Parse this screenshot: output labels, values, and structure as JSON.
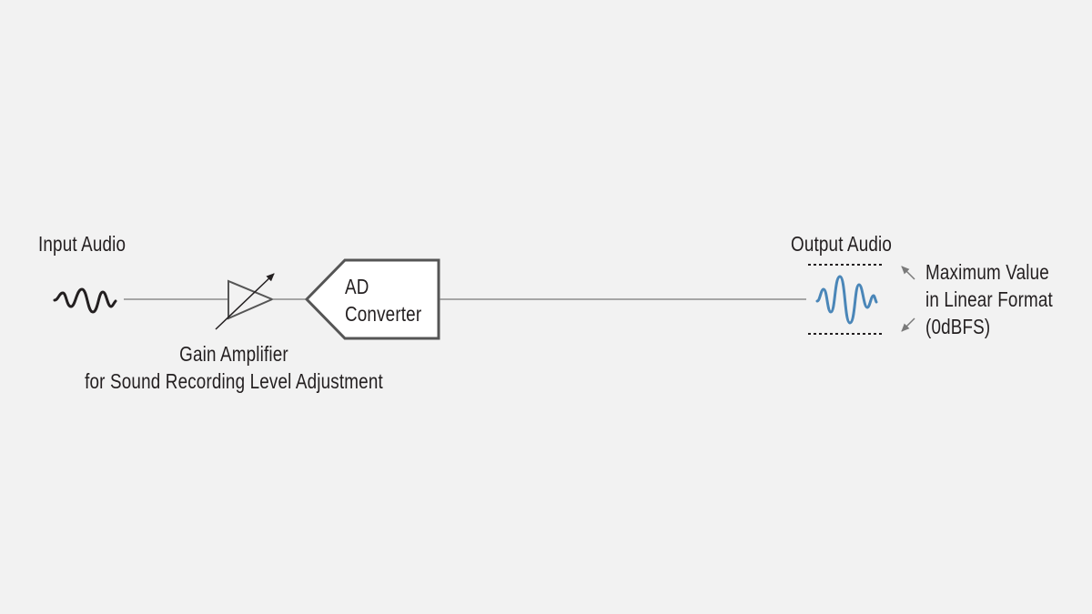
{
  "labels": {
    "input_audio": "Input Audio",
    "gain_amplifier_line1": "Gain Amplifier",
    "gain_amplifier_line2": "for Sound Recording Level Adjustment",
    "ad_converter_line1": "AD",
    "ad_converter_line2": "Converter",
    "output_audio": "Output Audio",
    "max_value_line1": "Maximum Value",
    "max_value_line2": "in Linear Format",
    "max_value_line3": "(0dBFS)"
  },
  "colors": {
    "background": "#f2f2f2",
    "text": "#231f20",
    "signal_line": "#7a7a7a",
    "box_stroke": "#555555",
    "input_wave": "#231f20",
    "output_wave": "#4a86b8",
    "arrow": "#7a7a7a"
  },
  "icons": {
    "input_wave": "sine-wave-icon",
    "amplifier": "variable-gain-amplifier-icon",
    "converter": "ad-converter-block",
    "output_wave": "sine-burst-icon"
  }
}
